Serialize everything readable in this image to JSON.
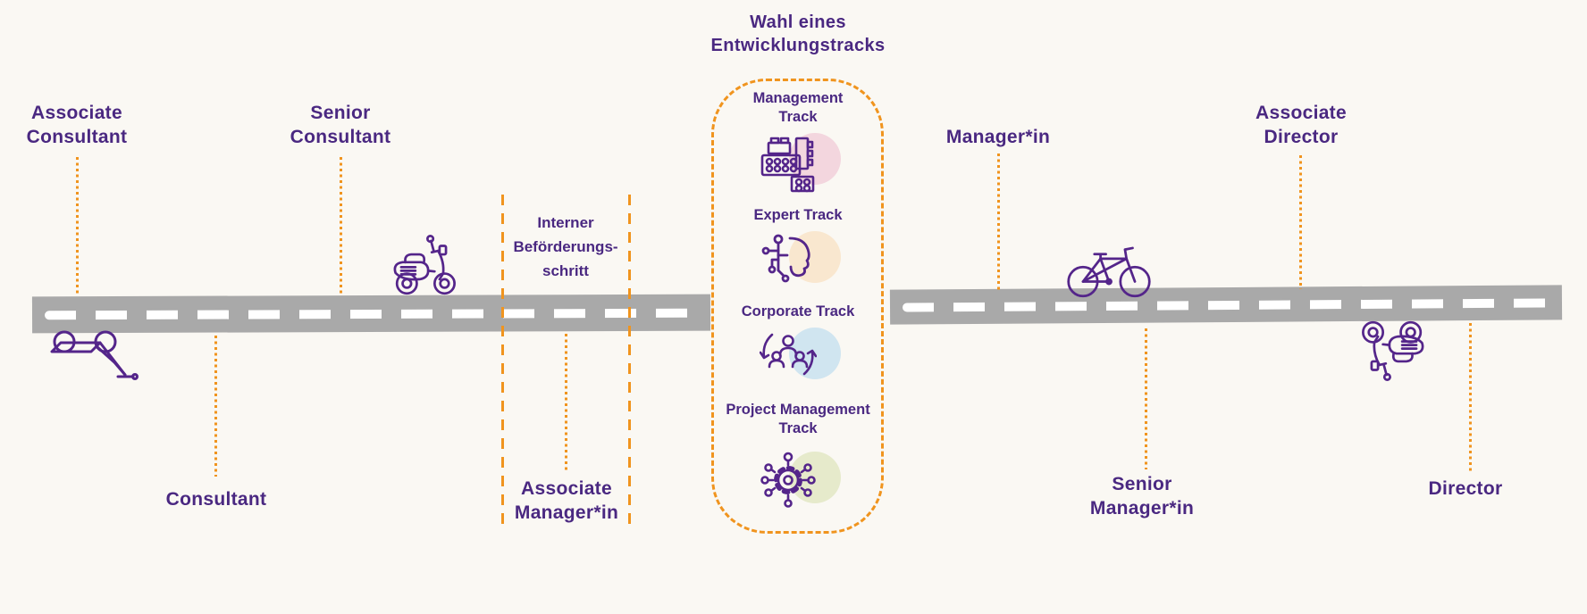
{
  "background_color": "#faf8f3",
  "colors": {
    "accent_orange": "#f0941e",
    "text_purple": "#4a2881",
    "icon_purple": "#54258a",
    "road_gray": "#a9a9a9",
    "road_dash_white": "#ffffff"
  },
  "header": {
    "title_line1": "Wahl eines",
    "title_line2": "Entwicklungstracks"
  },
  "promotion_note": {
    "line1": "Interner",
    "line2": "Beförderungs-",
    "line3": "schritt"
  },
  "roles": {
    "associate_consultant": {
      "line1": "Associate",
      "line2": "Consultant"
    },
    "consultant": {
      "line1": "Consultant"
    },
    "senior_consultant": {
      "line1": "Senior",
      "line2": "Consultant"
    },
    "associate_manager": {
      "line1": "Associate",
      "line2": "Manager*in"
    },
    "manager": {
      "line1": "Manager*in"
    },
    "senior_manager": {
      "line1": "Senior",
      "line2": "Manager*in"
    },
    "associate_director": {
      "line1": "Associate",
      "line2": "Director"
    },
    "director": {
      "line1": "Director"
    }
  },
  "tracks": [
    {
      "line1": "Management",
      "line2": "Track",
      "icon": "building-blocks-icon",
      "circle_color": "#f3d6de"
    },
    {
      "line1": "Expert Track",
      "icon": "expert-profile-network-icon",
      "circle_color": "#f9e7cf"
    },
    {
      "line1": "Corporate Track",
      "icon": "team-rotation-icon",
      "circle_color": "#d0e5f0"
    },
    {
      "line1": "Project Management",
      "line2": "Track",
      "icon": "gear-network-icon",
      "circle_color": "#e6eacb"
    }
  ],
  "vehicles": [
    "kick-scooter",
    "moped",
    "bicycle",
    "moped-flipped"
  ]
}
